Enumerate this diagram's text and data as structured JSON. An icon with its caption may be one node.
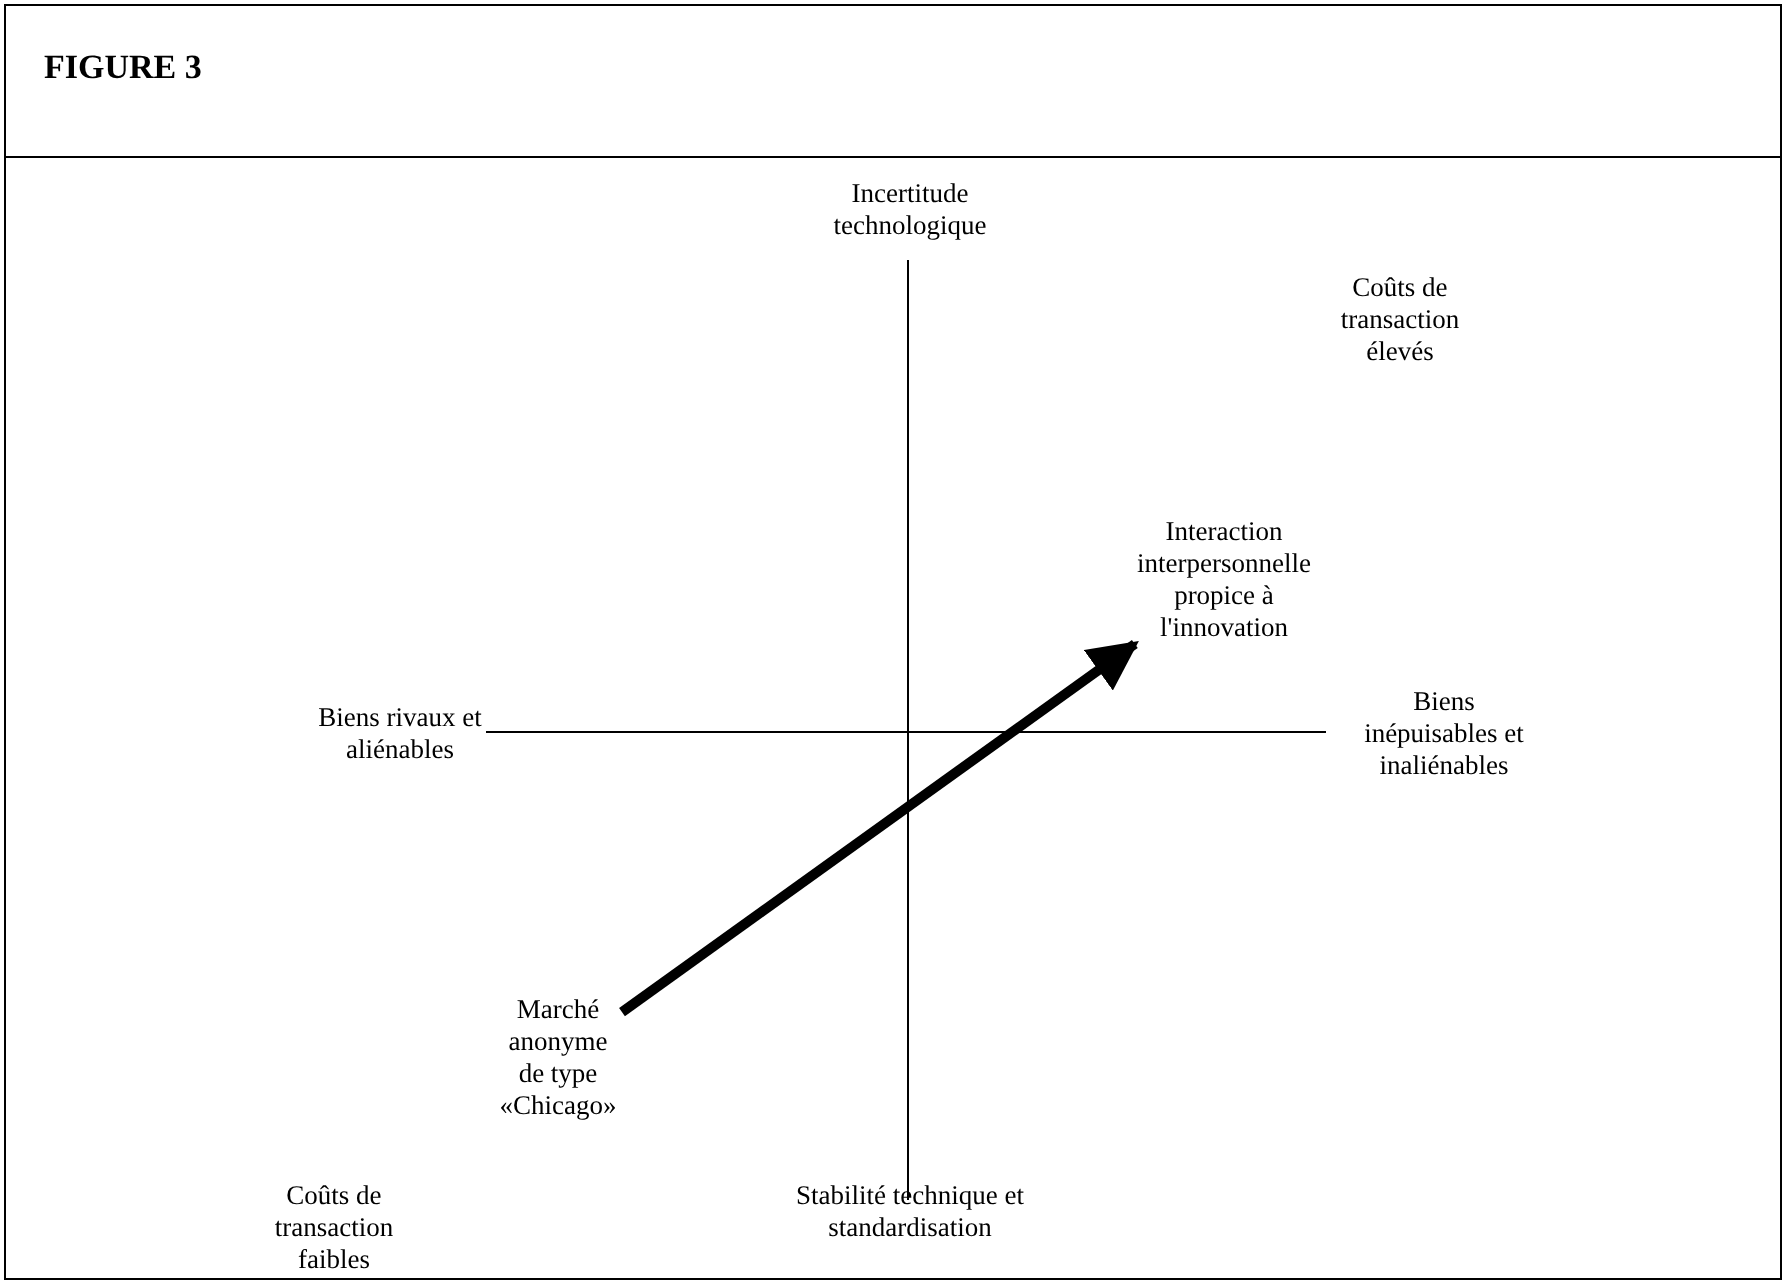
{
  "diagram": {
    "title": "FIGURE 3",
    "nodes": [
      {
        "text": [
          "Marché anonyme de type «Chicago»"
        ]
      },
      {
        "text": [
          "Interaction interpersonnelle propice à l'innovation"
        ]
      }
    ],
    "edges": [
      {
        "from": 0,
        "to": 1,
        "arrow": "to"
      }
    ],
    "labels": [
      "Incertitude technologique",
      "Coûts de transaction élevés",
      "Biens rivaux et aliénables",
      "Biens inépuisables et inaliénables",
      "Coûts de transaction faibles",
      "Stabilité technique et standardisation"
    ]
  }
}
